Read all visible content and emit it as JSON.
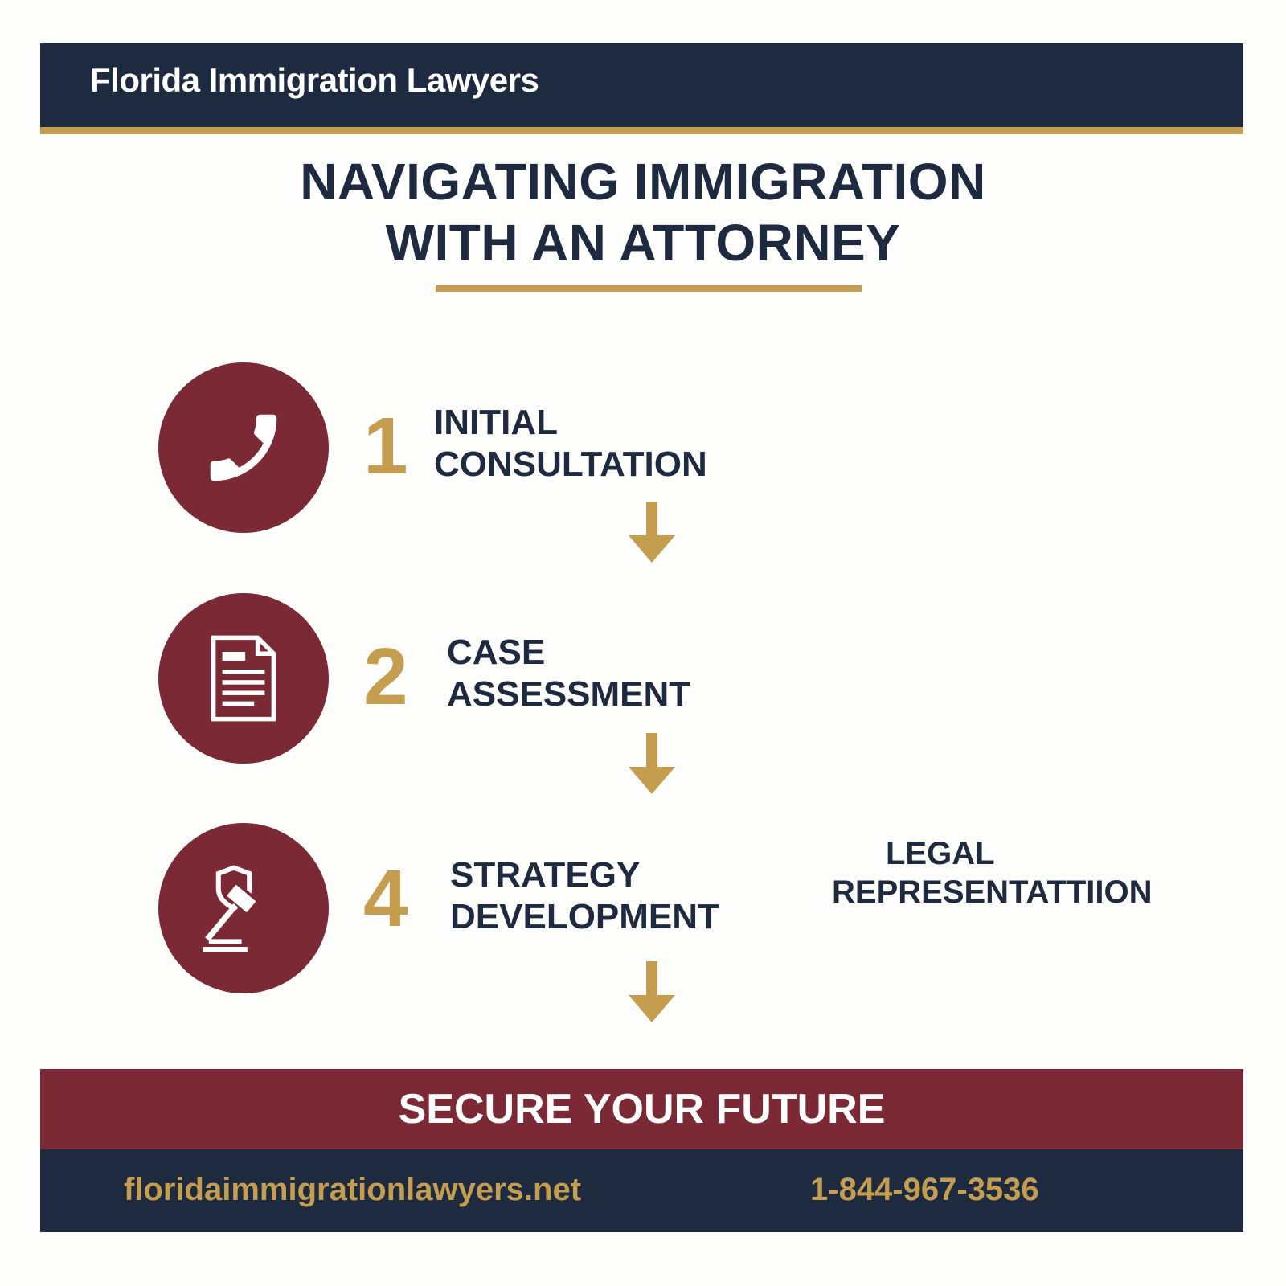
{
  "header": {
    "title": "Florida Immigration Lawyers"
  },
  "main": {
    "title_line1": "NAVIGATING IMMIGRATION",
    "title_line2": "WITH AN ATTORNEY",
    "steps": [
      {
        "number": "1",
        "line1": "INITIAL",
        "line2": "CONSULTATION",
        "icon": "phone-icon"
      },
      {
        "number": "2",
        "line1": "CASE",
        "line2": "ASSESSMENT",
        "icon": "document-icon"
      },
      {
        "number": "4",
        "line1": "STRATEGY",
        "line2": "DEVELOPMENT",
        "icon": "gavel-shield-icon"
      }
    ],
    "extra_step": {
      "line1": "LEGAL",
      "line2": "REPRESENTATTIION"
    }
  },
  "banner": {
    "text": "SECURE YOUR FUTURE"
  },
  "footer": {
    "url": "floridaimmigrationlawyers.net",
    "phone": "1-844-967-3536"
  },
  "colors": {
    "navy": "#1e2a40",
    "gold": "#c59d4e",
    "maroon": "#7b2935"
  }
}
